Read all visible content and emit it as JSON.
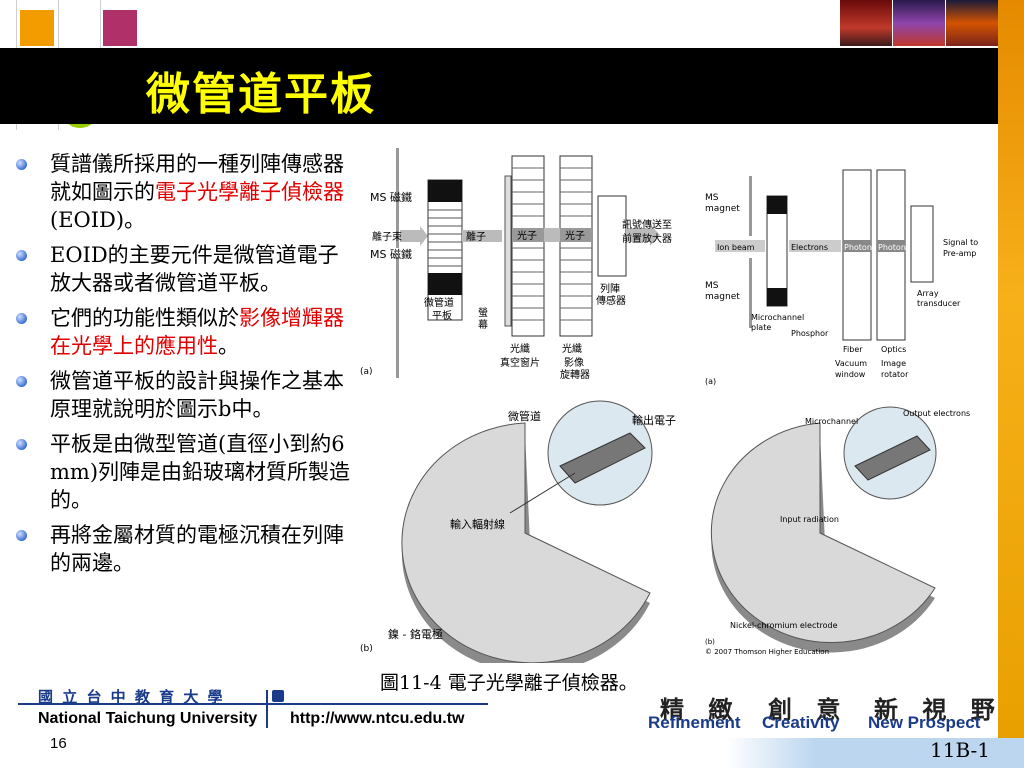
{
  "slide": {
    "title": "微管道平板",
    "page_number": "16",
    "slide_code": "11B-1"
  },
  "bullets": [
    {
      "parts": [
        {
          "text": "質譜儀所採用的一種列陣傳感器就如圖示的",
          "red": false
        },
        {
          "text": "電子光學離子偵檢器",
          "red": true
        },
        {
          "text": "(EOID)。",
          "red": false
        }
      ]
    },
    {
      "parts": [
        {
          "text": "EOID的主要元件是微管道電子放大器或者微管道平板。",
          "red": false
        }
      ]
    },
    {
      "parts": [
        {
          "text": "它們的功能性類似於",
          "red": false
        },
        {
          "text": "影像增輝器在光學上的應用性",
          "red": true
        },
        {
          "text": "。",
          "red": false
        }
      ]
    },
    {
      "parts": [
        {
          "text": "微管道平板的設計與操作之基本原理就說明於圖示b中。",
          "red": false
        }
      ]
    },
    {
      "parts": [
        {
          "text": "平板是由微型管道(直徑小到約6 mm)列陣是由鉛玻璃材質所製造的。",
          "red": false
        }
      ]
    },
    {
      "parts": [
        {
          "text": "再將金屬材質的電極沉積在列陣的兩邊。",
          "red": false
        }
      ]
    }
  ],
  "figure": {
    "caption": "圖11-4  電子光學離子偵檢器。",
    "panel_a_zh": {
      "label": "(a)",
      "ms_magnet_top": "MS\n磁鐵",
      "ms_magnet_bottom": "MS\n磁鐵",
      "ion_beam": "離子束",
      "electrons": "離子",
      "photons_1": "光子",
      "photons_2": "光子",
      "signal": "訊號傳送至",
      "signal2": "前置放大器",
      "plate": "微管道",
      "plate2": "平板",
      "phosphor": "螢",
      "phosphor2": "幕",
      "fiber": "光纖",
      "optics": "光纖",
      "vacuum": "真空窗片",
      "rotator": "影像",
      "rotator2": "旋轉器",
      "array": "列陣",
      "array2": "傳感器"
    },
    "panel_a_en": {
      "label": "(a)",
      "ms_magnet_top": "MS",
      "ms_magnet_top2": "magnet",
      "ms_magnet_bottom": "MS",
      "ms_magnet_bottom2": "magnet",
      "ion_beam": "Ion beam",
      "electrons": "Electrons",
      "photons_1": "Photons",
      "photons_2": "Photons",
      "signal": "Signal to",
      "signal2": "Pre-amp",
      "plate": "Microchannel",
      "plate2": "plate",
      "phosphor": "Phosphor",
      "fiber": "Fiber",
      "optics": "Optics",
      "vacuum": "Vacuum",
      "vacuum2": "window",
      "rotator": "Image",
      "rotator2": "rotator",
      "array": "Array",
      "array2": "transducer"
    },
    "panel_b_zh": {
      "label": "(b)",
      "microchannel": "微管道",
      "output": "輸出電子",
      "input": "輸入輻射線",
      "electrode": "鎳 - 鉻電極"
    },
    "panel_b_en": {
      "label": "(b)",
      "microchannel": "Microchannel",
      "output": "Output electrons",
      "input": "Input radiation",
      "electrode": "Nickel-chromium electrode",
      "copyright": "© 2007 Thomson Higher Education"
    }
  },
  "footer": {
    "university_zh": "國 立 台 中 教 育 大 學",
    "university_en": "National Taichung University",
    "url": "http://www.ntcu.edu.tw",
    "motto": [
      {
        "zh": "精 緻",
        "en": "Refinement"
      },
      {
        "zh": "創 意",
        "en": "Creativity"
      },
      {
        "zh": "新 視 野",
        "en": "New Prospect"
      }
    ]
  },
  "colors": {
    "title": "#ffff00",
    "title_bar": "#000000",
    "highlight": "#e00000",
    "accent_orange": "#f39c00",
    "accent_magenta": "#b0306a",
    "accent_blue": "#3333aa",
    "accent_green": "#99cc00"
  }
}
